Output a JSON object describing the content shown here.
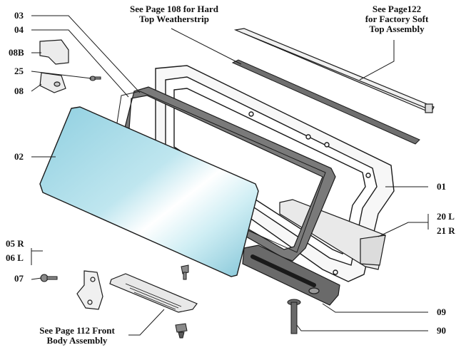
{
  "callouts": {
    "p03": "03",
    "p04": "04",
    "p08b": "08B",
    "p25": "25",
    "p08": "08",
    "p02": "02",
    "p05r": "05 R",
    "p06l": "06 L",
    "p07": "07",
    "p01": "01",
    "p20l": "20 L",
    "p21r": "21 R",
    "p09": "09",
    "p90": "90"
  },
  "notes": {
    "hard_top_line1": "See Page 108 for Hard",
    "hard_top_line2": "Top Weatherstrip",
    "soft_top_line1": "See Page122",
    "soft_top_line2": "for Factory Soft",
    "soft_top_line3": "Top Assembly",
    "front_body_line1": "See Page 112 Front",
    "front_body_line2": "Body Assembly"
  },
  "colors": {
    "outline": "#1a1a1a",
    "glass": "#9fd3e0",
    "weatherstrip": "#6e6e6e",
    "frame": "#f2f2f2"
  }
}
